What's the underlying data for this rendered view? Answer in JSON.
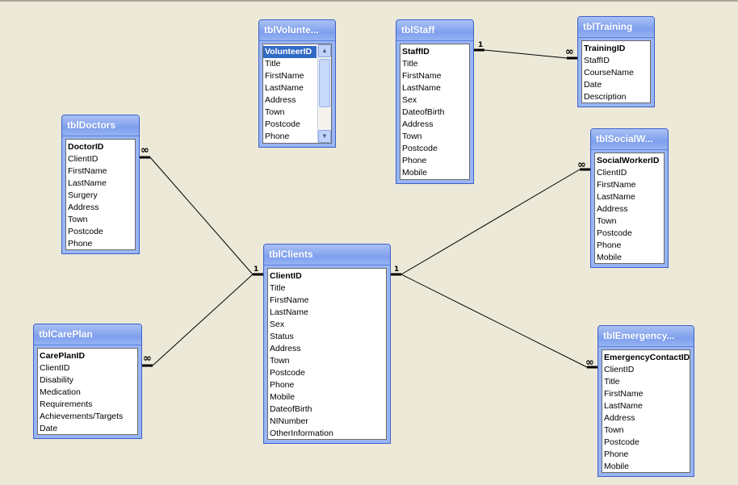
{
  "tables": {
    "volunteers": {
      "title": "tblVolunte...",
      "fields": [
        "VolunteerID",
        "Title",
        "FirstName",
        "LastName",
        "Address",
        "Town",
        "Postcode",
        "Phone"
      ]
    },
    "staff": {
      "title": "tblStaff",
      "fields": [
        "StaffID",
        "Title",
        "FirstName",
        "LastName",
        "Sex",
        "DateofBirth",
        "Address",
        "Town",
        "Postcode",
        "Phone",
        "Mobile"
      ]
    },
    "training": {
      "title": "tblTraining",
      "fields": [
        "TrainingID",
        "StaffID",
        "CourseName",
        "Date",
        "Description"
      ]
    },
    "doctors": {
      "title": "tblDoctors",
      "fields": [
        "DoctorID",
        "ClientID",
        "FirstName",
        "LastName",
        "Surgery",
        "Address",
        "Town",
        "Postcode",
        "Phone"
      ]
    },
    "socialworkers": {
      "title": "tblSocialW...",
      "fields": [
        "SocialWorkerID",
        "ClientID",
        "FirstName",
        "LastName",
        "Address",
        "Town",
        "Postcode",
        "Phone",
        "Mobile"
      ]
    },
    "clients": {
      "title": "tblClients",
      "fields": [
        "ClientID",
        "Title",
        "FirstName",
        "LastName",
        "Sex",
        "Status",
        "Address",
        "Town",
        "Postcode",
        "Phone",
        "Mobile",
        "DateofBirth",
        "NINumber",
        "OtherInformation"
      ]
    },
    "careplan": {
      "title": "tblCarePlan",
      "fields": [
        "CarePlanID",
        "ClientID",
        "Disability",
        "Medication",
        "Requirements",
        "Achievements/Targets",
        "Date"
      ]
    },
    "emergency": {
      "title": "tblEmergency...",
      "fields": [
        "EmergencyContactID",
        "ClientID",
        "Title",
        "FirstName",
        "LastName",
        "Address",
        "Town",
        "Postcode",
        "Phone",
        "Mobile"
      ]
    }
  },
  "relationship_labels": {
    "one": "1",
    "many": "∞"
  },
  "colors": {
    "background": "#ece9d8",
    "title_bar": "#8aa8ef",
    "selection": "#316ac5"
  }
}
